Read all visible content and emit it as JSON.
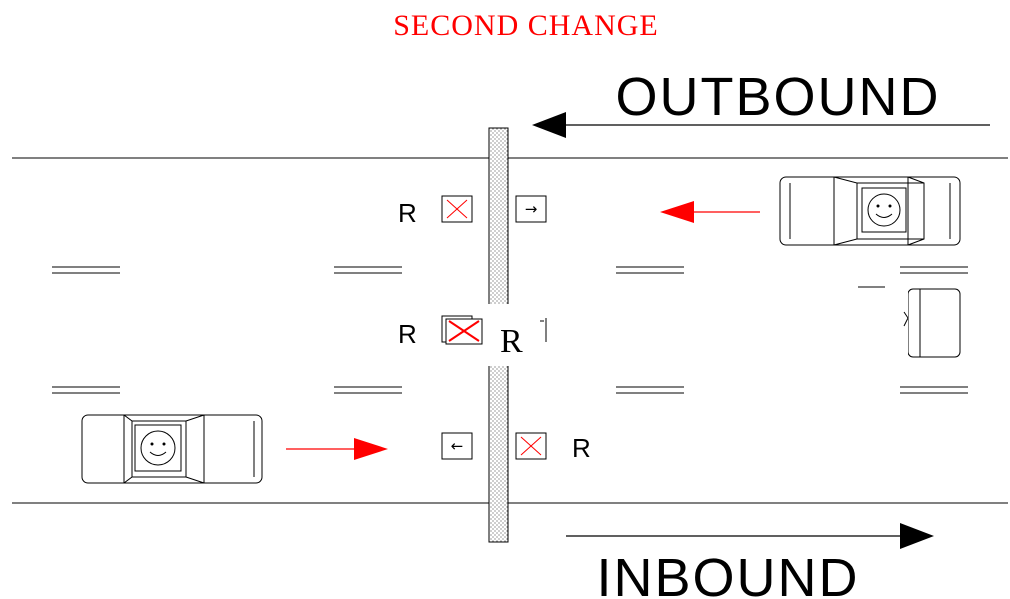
{
  "title": "SECOND CHANGE",
  "outbound_label": "OUTBOUND",
  "inbound_label": "INBOUND",
  "lane_labels": {
    "top": "R",
    "middle": "R",
    "bottom": "R",
    "overlay": "R"
  },
  "signals": {
    "top_right_arrow": "→",
    "bottom_left_arrow": "←"
  },
  "colors": {
    "accent": "#ff0000",
    "ink": "#000000"
  },
  "icons": [
    "smiley-driver-icon",
    "car-icon",
    "truck-icon",
    "red-x-signal-icon",
    "arrow-signal-icon"
  ]
}
